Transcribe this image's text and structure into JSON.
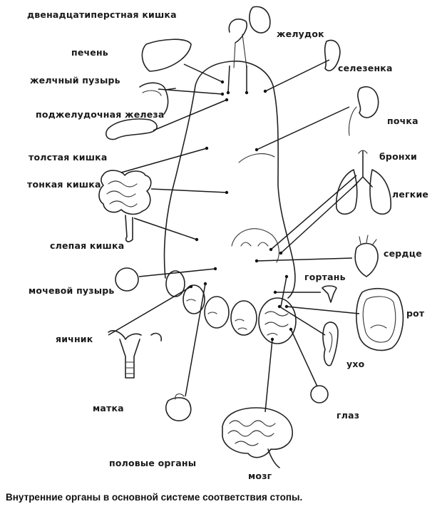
{
  "labels": {
    "duodenum": "двенадцатиперстная кишка",
    "stomach": "желудок",
    "liver": "печень",
    "spleen": "селезенка",
    "gallbladder": "желчный пузырь",
    "pancreas": "поджелудочная железа",
    "kidney": "почка",
    "colon": "толстая кишка",
    "bronchi": "бронхи",
    "small_intestine": "тонкая кишка",
    "lungs": "легкие",
    "cecum": "слепая кишка",
    "heart": "сердце",
    "larynx": "гортань",
    "bladder": "мочевой пузырь",
    "mouth": "рот",
    "ovary": "яичник",
    "ear": "ухо",
    "uterus": "матка",
    "eye": "глаз",
    "genitals": "половые органы",
    "brain": "мозг"
  },
  "caption": "Внутренние органы в основной системе соответствия стопы."
}
